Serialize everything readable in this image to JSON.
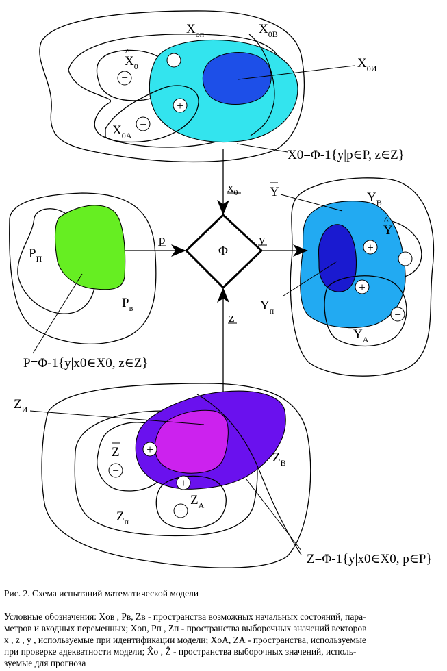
{
  "top": {
    "x_op": "X",
    "x_op_sub": "оп",
    "x_0v": "X",
    "x_0v_sub": "0В",
    "x0_hat": "X",
    "x0_hat_sub": "0",
    "x_0i": "X",
    "x_0i_sub": "0И",
    "x_0a": "X",
    "x_0a_sub": "0А",
    "formula": "X0=Φ-1{y|p∈P, z∈Z}"
  },
  "left": {
    "p_p": "P",
    "p_p_sub": "П",
    "p_v": "P",
    "p_v_sub": "в",
    "formula": "P=Φ-1{y|x0∈X0, z∈Z}"
  },
  "right": {
    "y_bar": "Y",
    "y_v": "Y",
    "y_v_sub": "В",
    "y_hat": "Y",
    "y_p": "Y",
    "y_p_sub": "п",
    "y_a": "Y",
    "y_a_sub": "А"
  },
  "bottom": {
    "z_i": "Z",
    "z_i_sub": "И",
    "z_bar": "Z",
    "z_v": "Z",
    "z_v_sub": "В",
    "z_a": "Z",
    "z_a_sub": "А",
    "z_p": "Z",
    "z_p_sub": "п",
    "formula": "Z=Φ-1{y|x0∈X0, p∈P}"
  },
  "center": {
    "phi": "Φ",
    "x0_arrow": "x",
    "x0_arrow_sub": "0",
    "p_arrow": "p",
    "y_arrow": "y",
    "z_arrow": "z"
  },
  "markers": {
    "plus": "+",
    "minus": "−"
  },
  "colors": {
    "cyan": "#33e4ee",
    "blue_dark": "#1d4fe8",
    "green": "#66ee22",
    "sky": "#22aaf2",
    "navy": "#1a1ad0",
    "violet": "#6a11ee",
    "magenta": "#cc22ee"
  },
  "caption": {
    "title": "Рис. 2. Схема испытаний математической модели",
    "line1": "Условные обозначения: Xов , Pв, Zв -  пространства возможных начальных состояний, пара-",
    "line2": "метров и входных переменных;  Xоп, Pп , Zп - пространства выборочных значений векторов",
    "line3": "x , z ,  y , используемые при идентификации модели; XоА, ZА - пространства, используемые",
    "line4": "при проверке адекватности модели; X̂о ,  Ẑ   - пространства выборочных значений, исполь-",
    "line5": "зуемые для прогноза"
  }
}
